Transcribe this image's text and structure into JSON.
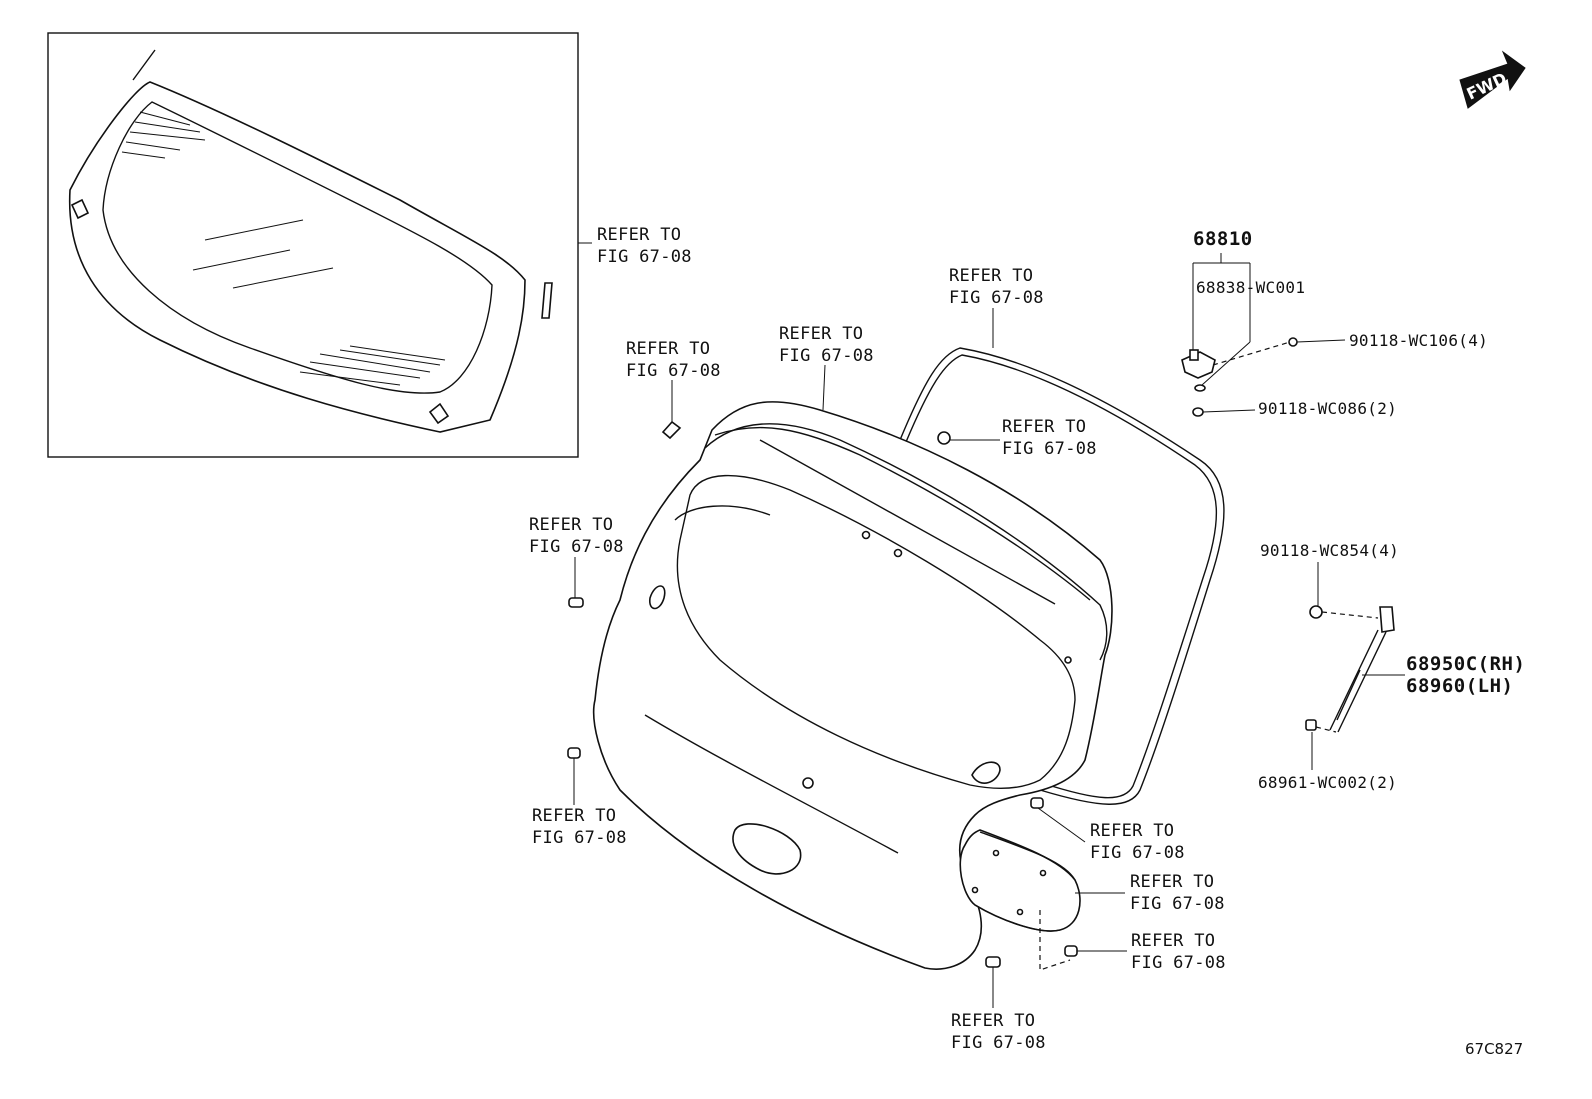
{
  "refer_label": {
    "line1": "REFER TO",
    "line2": "FIG 67-08"
  },
  "parts": {
    "hinge_assy": "68810",
    "hinge": "68838-WC001",
    "hinge_bolt": "90118-WC106(4)",
    "hinge_nut": "90118-WC086(2)",
    "stay_bolt": "90118-WC854(4)",
    "stay_rh": "68950C(RH)",
    "stay_lh": "68960(LH)",
    "stay_ball": "68961-WC002(2)"
  },
  "fwd_label": "FWD",
  "figure_code": "67C827",
  "colors": {
    "line": "#111111",
    "background": "#ffffff"
  }
}
